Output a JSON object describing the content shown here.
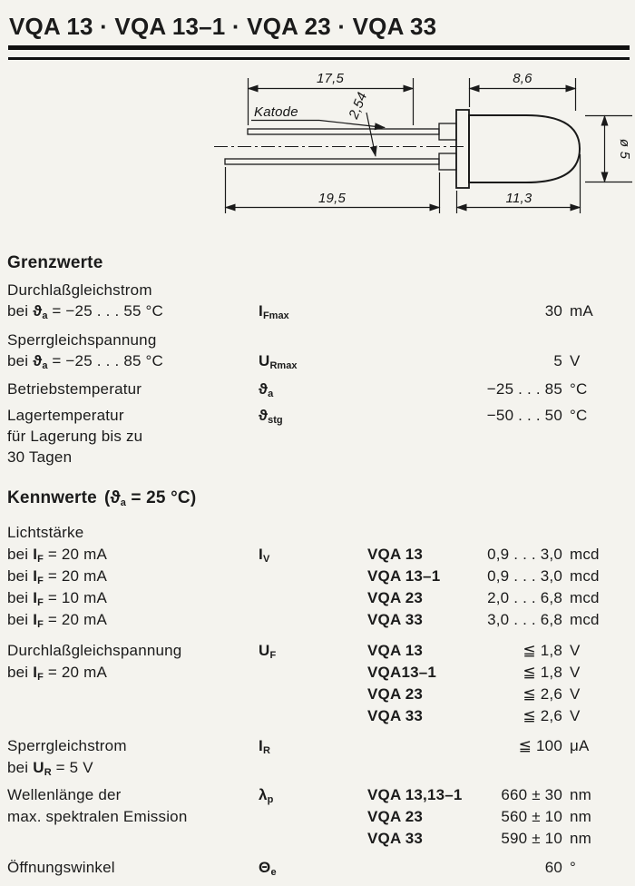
{
  "title": "VQA 13 · VQA 13–1 · VQA 23 · VQA 33",
  "drawing": {
    "katode_label": "Katode",
    "dim_top_lead": "17,5",
    "dim_body_width": "8,6",
    "dim_lead_pitch": "2,54",
    "dim_bottom_lead": "19,5",
    "dim_body_length": "11,3",
    "dim_diameter": "ø 5"
  },
  "grenzwerte": {
    "heading": "Grenzwerte",
    "rows": [
      {
        "name": "Durchlaßgleichstrom",
        "cond_pre": "bei ",
        "cond_base": "ϑ",
        "cond_sub": "a",
        "cond_post": " = −25 . . . 55 °C",
        "sym_base": "I",
        "sym_sub": "Fmax",
        "value": "30",
        "unit": "mA"
      },
      {
        "name": "Sperrgleichspannung",
        "cond_pre": "bei ",
        "cond_base": "ϑ",
        "cond_sub": "a",
        "cond_post": " = −25 . . . 85 °C",
        "sym_base": "U",
        "sym_sub": "Rmax",
        "value": "5",
        "unit": "V"
      },
      {
        "name": "Betriebstemperatur",
        "sym_base": "ϑ",
        "sym_sub": "a",
        "value": "−25 . . . 85",
        "unit": "°C"
      },
      {
        "name": "Lagertemperatur",
        "name_line2": "für Lagerung bis zu",
        "name_line3": "30 Tagen",
        "sym_base": "ϑ",
        "sym_sub": "stg",
        "value": "−50 . . . 50",
        "unit": "°C"
      }
    ]
  },
  "kennwerte": {
    "heading": "Kennwerte",
    "heading_cond_pre": "(",
    "heading_cond_base": "ϑ",
    "heading_cond_sub": "a",
    "heading_cond_post": " = 25 °C)",
    "lichtstaerke": {
      "label": "Lichtstärke",
      "sym_base": "I",
      "sym_sub": "V",
      "rows": [
        {
          "cond_pre": "bei ",
          "cond_base": "I",
          "cond_sub": "F",
          "cond_post": " = 20 mA",
          "model": "VQA 13",
          "value": "0,9 . . . 3,0",
          "unit": "mcd"
        },
        {
          "cond_pre": "bei ",
          "cond_base": "I",
          "cond_sub": "F",
          "cond_post": " = 20 mA",
          "model": "VQA 13–1",
          "value": "0,9 . . . 3,0",
          "unit": "mcd"
        },
        {
          "cond_pre": "bei ",
          "cond_base": "I",
          "cond_sub": "F",
          "cond_post": " = 10 mA",
          "model": "VQA 23",
          "value": "2,0 . . . 6,8",
          "unit": "mcd"
        },
        {
          "cond_pre": "bei ",
          "cond_base": "I",
          "cond_sub": "F",
          "cond_post": " = 20 mA",
          "model": "VQA 33",
          "value": "3,0 . . . 6,8",
          "unit": "mcd"
        }
      ]
    },
    "durchlassspannung": {
      "label": "Durchlaßgleichspannung",
      "cond_pre": "bei ",
      "cond_base": "I",
      "cond_sub": "F",
      "cond_post": " = 20 mA",
      "sym_base": "U",
      "sym_sub": "F",
      "rows": [
        {
          "model": "VQA 13",
          "value": "≦ 1,8",
          "unit": "V"
        },
        {
          "model": "VQA13–1",
          "value": "≦ 1,8",
          "unit": "V"
        },
        {
          "model": "VQA 23",
          "value": "≦ 2,6",
          "unit": "V"
        },
        {
          "model": "VQA 33",
          "value": "≦ 2,6",
          "unit": "V"
        }
      ]
    },
    "sperrstrom": {
      "label": "Sperrgleichstrom",
      "cond_pre": "bei ",
      "cond_base": "U",
      "cond_sub": "R",
      "cond_post": " = 5 V",
      "sym_base": "I",
      "sym_sub": "R",
      "value": "≦ 100",
      "unit": "μA"
    },
    "wellenlaenge": {
      "label_line1": "Wellenlänge der",
      "label_line2": "max. spektralen Emission",
      "sym_base": "λ",
      "sym_sub": "p",
      "rows": [
        {
          "model": "VQA 13,13–1",
          "value": "660 ± 30",
          "unit": "nm"
        },
        {
          "model": "VQA 23",
          "value": "560 ± 10",
          "unit": "nm"
        },
        {
          "model": "VQA 33",
          "value": "590 ± 10",
          "unit": "nm"
        }
      ]
    },
    "oeffnungswinkel": {
      "label": "Öffnungswinkel",
      "sym_base": "Θ",
      "sym_sub": "e",
      "value": "60",
      "unit": "°"
    }
  }
}
